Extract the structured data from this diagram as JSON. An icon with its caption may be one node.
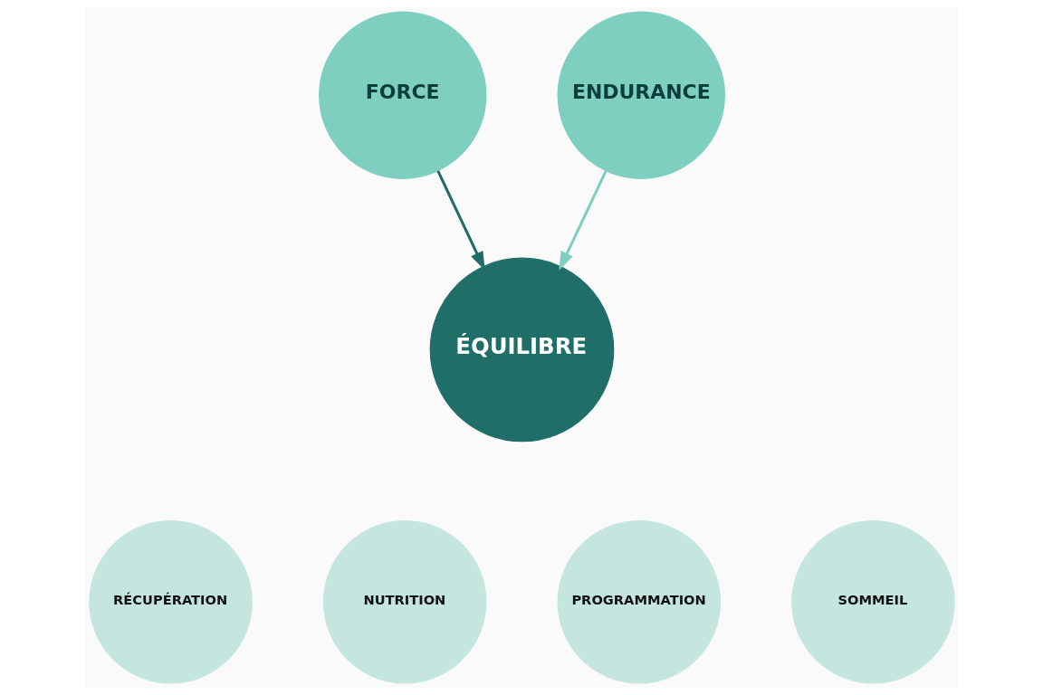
{
  "diagram": {
    "nodes": [
      {
        "text": [
          "FORCE"
        ]
      },
      {
        "text": [
          "ENDURANCE"
        ]
      },
      {
        "text": [
          "ÉQUILIBRE"
        ]
      },
      {
        "text": [
          "RÉCUPÉRATION"
        ]
      },
      {
        "text": [
          "NUTRITION"
        ]
      },
      {
        "text": [
          "PROGRAMMATION"
        ]
      },
      {
        "text": [
          "SOMMEIL"
        ]
      }
    ],
    "edges": [
      {
        "from": 0,
        "to": 2,
        "arrow": "to"
      },
      {
        "from": 1,
        "to": 2,
        "arrow": "to",
        "color": "#7fcfc0"
      }
    ]
  }
}
